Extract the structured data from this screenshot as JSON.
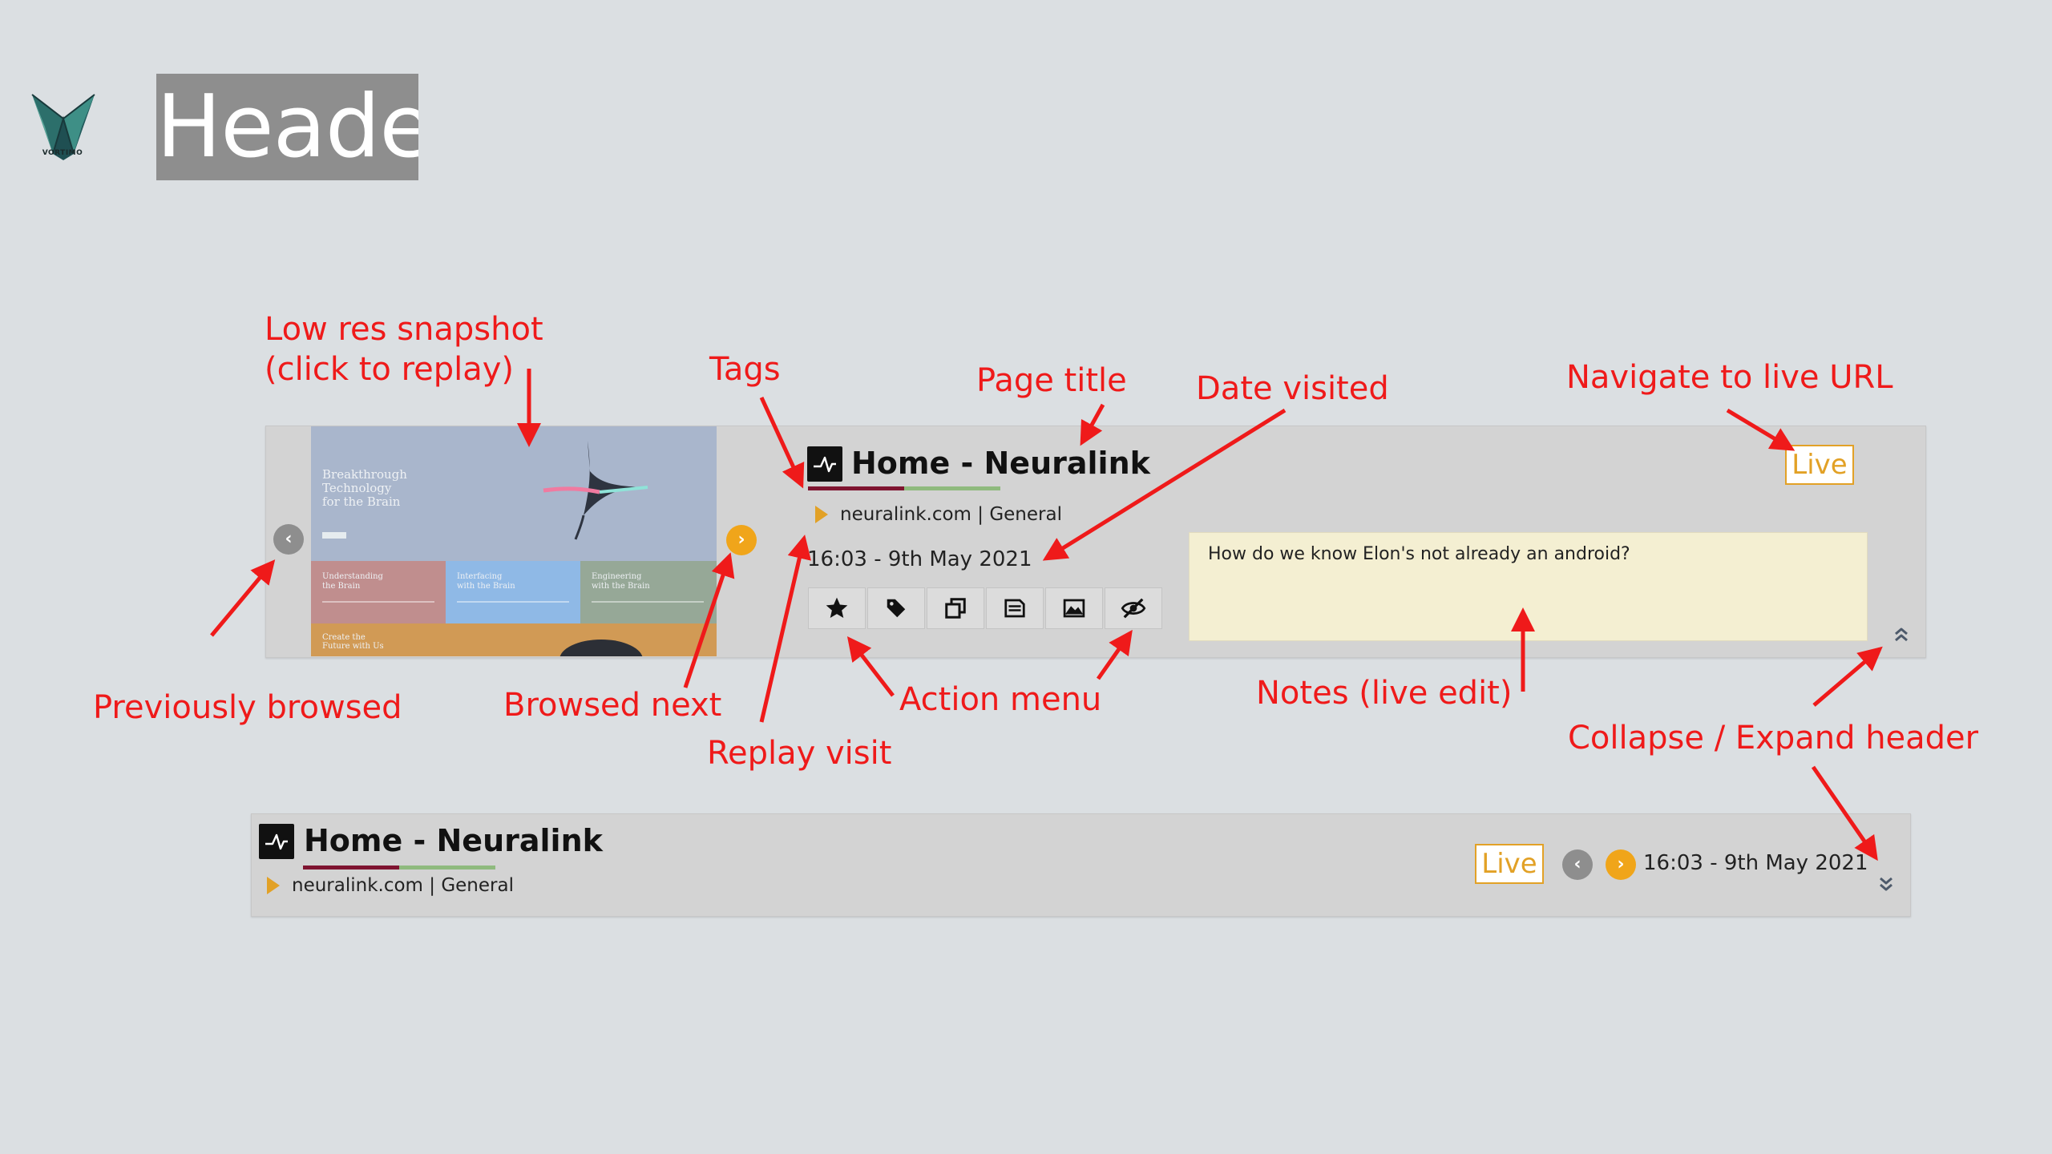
{
  "brand": {
    "name": "VORTIMO"
  },
  "slide": {
    "title": "Header"
  },
  "expanded": {
    "page_title": "Home - Neuralink",
    "domain_category": "neuralink.com | General",
    "date_visited": "16:03 - 9th May 2021",
    "live_label": "Live",
    "notes_text": "How do we know Elon's not already an android?",
    "snapshot": {
      "hero": [
        "Breakthrough",
        "Technology",
        "for the Brain"
      ],
      "cards": [
        [
          "Understanding",
          "the Brain"
        ],
        [
          "Interfacing",
          "with the Brain"
        ],
        [
          "Engineering",
          "with the Brain"
        ]
      ],
      "bottom": [
        "Create the",
        "Future with Us"
      ]
    },
    "actions": [
      {
        "name": "star-icon"
      },
      {
        "name": "tag-icon"
      },
      {
        "name": "copy-icon"
      },
      {
        "name": "notes-icon"
      },
      {
        "name": "image-icon"
      },
      {
        "name": "eye-slash-icon"
      }
    ],
    "tag_colors": [
      "#7f1430",
      "#8fba7e"
    ]
  },
  "collapsed": {
    "page_title": "Home - Neuralink",
    "domain_category": "neuralink.com | General",
    "date_visited": "16:03 - 9th May 2021",
    "live_label": "Live"
  },
  "annotations": {
    "low_res_snapshot": "Low res snapshot",
    "click_to_replay": "(click to replay)",
    "tags": "Tags",
    "page_title": "Page title",
    "date_visited": "Date visited",
    "navigate_live": "Navigate to live URL",
    "previously_browsed": "Previously browsed",
    "browsed_next": "Browsed next",
    "replay_visit": "Replay visit",
    "action_menu": "Action menu",
    "notes_live_edit": "Notes (live edit)",
    "collapse_expand": "Collapse / Expand header"
  },
  "colors": {
    "background": "#dbdfe2",
    "panel": "#d3d3d3",
    "annotation": "#ef1a1a",
    "accent_orange": "#e2a126",
    "notes_bg": "#f4efd2"
  }
}
